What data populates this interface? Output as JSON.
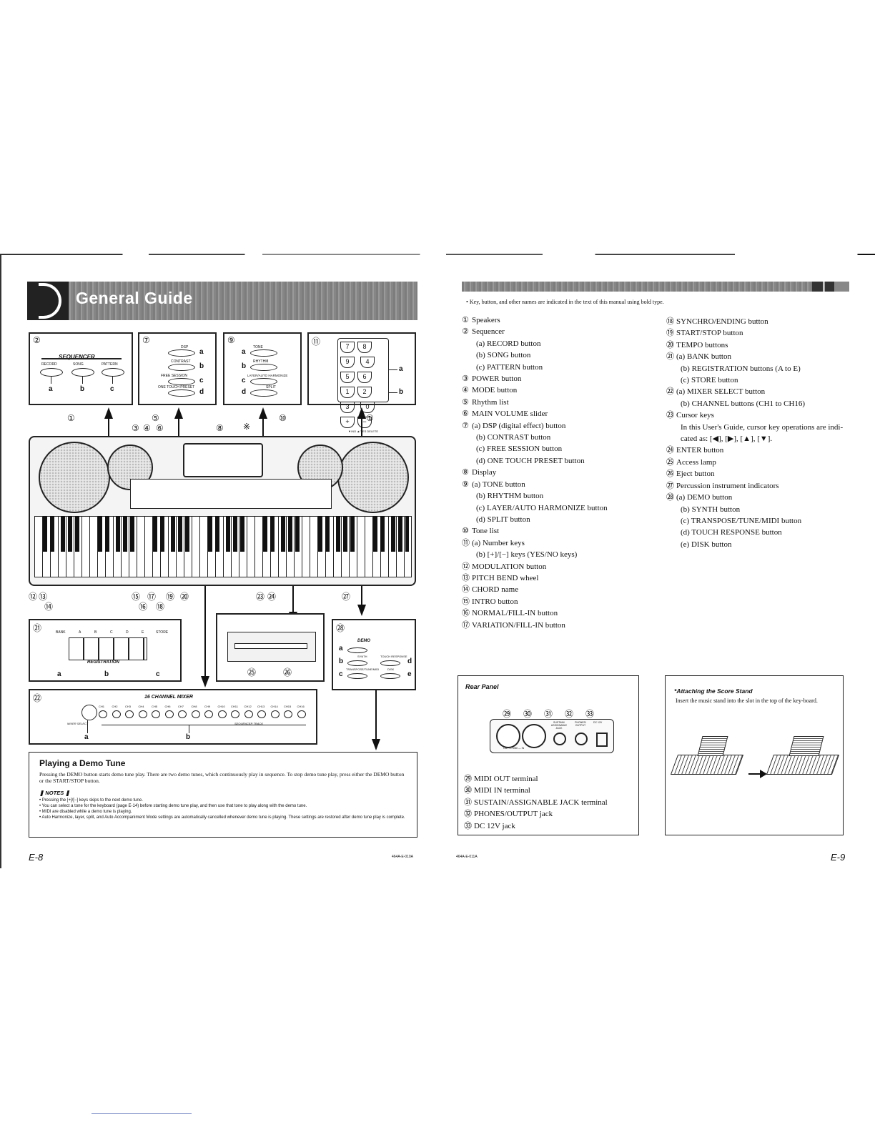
{
  "left_page": {
    "title": "General Guide",
    "callout_2": "②",
    "callout_7": "⑦",
    "callout_9": "⑨",
    "callout_11": "⑪",
    "callout_21": "㉑",
    "callout_22": "㉒",
    "callout_28": "㉘",
    "sequencer_label": "SEQUENCER",
    "sequencer_buttons": [
      "RECORD",
      "SONG",
      "PATTERN"
    ],
    "sequencer_letters": [
      "a",
      "b",
      "c"
    ],
    "dsp_labels": [
      "DSP",
      "CONTRAST",
      "FREE SESSION",
      "ONE TOUCH PRESET"
    ],
    "dsp_letters": [
      "a",
      "b",
      "c",
      "d"
    ],
    "tone_labels": [
      "TONE",
      "RHYTHM",
      "LAYER/AUTO HARMONIZE",
      "SPLIT"
    ],
    "tone_letters": [
      "a",
      "b",
      "c",
      "d"
    ],
    "number_keys": [
      "7",
      "8",
      "9",
      "4",
      "5",
      "6",
      "1",
      "2",
      "3",
      "0",
      "+",
      "−"
    ],
    "number_key_labels": [
      "▼/NO",
      "▲/YES",
      "DELETE"
    ],
    "number_letters": [
      "a",
      "b"
    ],
    "registration_label": "REGISTRATION",
    "registration_buttons": [
      "BANK",
      "A",
      "B",
      "C",
      "D",
      "E",
      "STORE"
    ],
    "registration_letters": [
      "a",
      "b",
      "c"
    ],
    "mixer_label": "16 CHANNEL MIXER",
    "mixer_channels": [
      "CH1",
      "CH2",
      "CH3",
      "CH4",
      "CH5",
      "CH6",
      "CH7",
      "CH8",
      "CH9",
      "CH10",
      "CH11",
      "CH12",
      "CH13",
      "CH14",
      "CH15",
      "CH16"
    ],
    "mixer_letters": [
      "a",
      "b"
    ],
    "mixer_select": "MIXER SELECT",
    "mixer_track": "SEQUENCER TRACK",
    "demo_label": "DEMO",
    "demo_buttons": [
      "SYNTH",
      "TOUCH RESPONSE",
      "TRANSPOSE/TUNE/MIDI",
      "DISK"
    ],
    "demo_letters": [
      "a",
      "b",
      "c",
      "d",
      "e"
    ],
    "keyboard_callouts_top": [
      "①",
      "③",
      "④",
      "⑤",
      "⑥",
      "⑧",
      "※",
      "⑩",
      "①"
    ],
    "keyboard_callouts_bottom": [
      "⑫",
      "⑬",
      "⑭",
      "⑮",
      "⑰",
      "⑲",
      "⑳",
      "⑯",
      "⑱",
      "㉓",
      "㉔",
      "㉗"
    ],
    "drive_callouts": [
      "㉕",
      "㉖"
    ],
    "demo_tune_heading": "Playing a Demo Tune",
    "demo_tune_text": "Pressing the DEMO button starts demo tune play. There are two demo tunes, which continuously play in sequence. To stop demo tune play, press either the DEMO button or the START/STOP button.",
    "notes_heading": "NOTES",
    "notes": [
      "Pressing the [+]/[−] keys skips to the next demo tune.",
      "You can select a tone for the keyboard (page E-14) before starting demo tune play, and then use that tone to play along with the demo tune.",
      "MIDI are disabled while a demo tune is playing.",
      "Auto Harmonize, layer, split, and Auto Accompaniment Mode settings are automatically cancelled whenever demo tune is playing. These settings are restored after demo tune play is complete."
    ],
    "page_number": "E-8",
    "code": "464A-E-010A"
  },
  "right_page": {
    "intro": "Key, button, and other names are indicated in the text of this manual using bold type.",
    "list_col1": [
      {
        "n": "①",
        "text": "Speakers",
        "indent": false
      },
      {
        "n": "②",
        "text": "Sequencer",
        "indent": false
      },
      {
        "n": "",
        "text": "(a) RECORD button",
        "indent": true
      },
      {
        "n": "",
        "text": "(b) SONG button",
        "indent": true
      },
      {
        "n": "",
        "text": "(c) PATTERN button",
        "indent": true
      },
      {
        "n": "③",
        "text": "POWER button",
        "indent": false
      },
      {
        "n": "④",
        "text": "MODE button",
        "indent": false
      },
      {
        "n": "⑤",
        "text": "Rhythm list",
        "indent": false
      },
      {
        "n": "⑥",
        "text": "MAIN VOLUME slider",
        "indent": false
      },
      {
        "n": "⑦",
        "text": "(a) DSP (digital effect) button",
        "indent": false
      },
      {
        "n": "",
        "text": "(b) CONTRAST button",
        "indent": true
      },
      {
        "n": "",
        "text": "(c) FREE SESSION button",
        "indent": true
      },
      {
        "n": "",
        "text": "(d) ONE TOUCH PRESET button",
        "indent": true
      },
      {
        "n": "⑧",
        "text": "Display",
        "indent": false
      },
      {
        "n": "⑨",
        "text": "(a) TONE button",
        "indent": false
      },
      {
        "n": "",
        "text": "(b) RHYTHM button",
        "indent": true
      },
      {
        "n": "",
        "text": "(c) LAYER/AUTO HARMONIZE button",
        "indent": true
      },
      {
        "n": "",
        "text": "(d) SPLIT button",
        "indent": true
      },
      {
        "n": "⑩",
        "text": "Tone list",
        "indent": false
      },
      {
        "n": "⑪",
        "text": "(a) Number keys",
        "indent": false
      },
      {
        "n": "",
        "text": "(b) [+]/[−] keys (YES/NO keys)",
        "indent": true
      },
      {
        "n": "⑫",
        "text": "MODULATION button",
        "indent": false
      },
      {
        "n": "⑬",
        "text": "PITCH BEND wheel",
        "indent": false
      },
      {
        "n": "⑭",
        "text": "CHORD name",
        "indent": false
      },
      {
        "n": "⑮",
        "text": "INTRO button",
        "indent": false
      },
      {
        "n": "⑯",
        "text": "NORMAL/FILL-IN button",
        "indent": false
      },
      {
        "n": "⑰",
        "text": "VARIATION/FILL-IN button",
        "indent": false
      }
    ],
    "list_col2": [
      {
        "n": "⑱",
        "text": "SYNCHRO/ENDING button",
        "indent": false
      },
      {
        "n": "⑲",
        "text": "START/STOP button",
        "indent": false
      },
      {
        "n": "⑳",
        "text": "TEMPO buttons",
        "indent": false
      },
      {
        "n": "㉑",
        "text": "(a) BANK button",
        "indent": false
      },
      {
        "n": "",
        "text": "(b) REGISTRATION buttons (A to E)",
        "indent": true
      },
      {
        "n": "",
        "text": "(c) STORE button",
        "indent": true
      },
      {
        "n": "㉒",
        "text": "(a) MIXER SELECT button",
        "indent": false
      },
      {
        "n": "",
        "text": "(b) CHANNEL buttons (CH1 to CH16)",
        "indent": true
      },
      {
        "n": "㉓",
        "text": "Cursor keys",
        "indent": false
      },
      {
        "n": "",
        "text": "In this User's Guide, cursor key operations are indi-",
        "indent": true
      },
      {
        "n": "",
        "text": "cated as: [◀], [▶], [▲], [▼].",
        "indent": true
      },
      {
        "n": "㉔",
        "text": "ENTER button",
        "indent": false
      },
      {
        "n": "㉕",
        "text": "Access lamp",
        "indent": false
      },
      {
        "n": "㉖",
        "text": "Eject button",
        "indent": false
      },
      {
        "n": "㉗",
        "text": "Percussion instrument indicators",
        "indent": false
      },
      {
        "n": "㉘",
        "text": "(a) DEMO button",
        "indent": false
      },
      {
        "n": "",
        "text": "(b) SYNTH button",
        "indent": true
      },
      {
        "n": "",
        "text": "(c) TRANSPOSE/TUNE/MIDI button",
        "indent": true
      },
      {
        "n": "",
        "text": "(d) TOUCH RESPONSE button",
        "indent": true
      },
      {
        "n": "",
        "text": "(e) DISK button",
        "indent": true
      }
    ],
    "rear_panel_title": "Rear Panel",
    "rear_callouts": [
      "㉙",
      "㉚",
      "㉛",
      "㉜",
      "㉝"
    ],
    "rear_items": [
      {
        "n": "㉙",
        "text": "MIDI OUT terminal"
      },
      {
        "n": "㉚",
        "text": "MIDI IN terminal"
      },
      {
        "n": "㉛",
        "text": "SUSTAIN/ASSIGNABLE JACK terminal"
      },
      {
        "n": "㉜",
        "text": "PHONES/OUTPUT jack"
      },
      {
        "n": "㉝",
        "text": "DC 12V jack"
      }
    ],
    "rear_jack_labels": [
      "OUT",
      "MIDI",
      "IN",
      "SUSTAIN/ ASSIGNABLE JACK",
      "PHONES/ OUTPUT",
      "DC 12V"
    ],
    "score_stand_title": "Attaching the Score Stand",
    "score_stand_text": "Insert the music stand into the slot in the top of the key-board.",
    "page_number": "E-9",
    "code": "464A-E-011A"
  }
}
